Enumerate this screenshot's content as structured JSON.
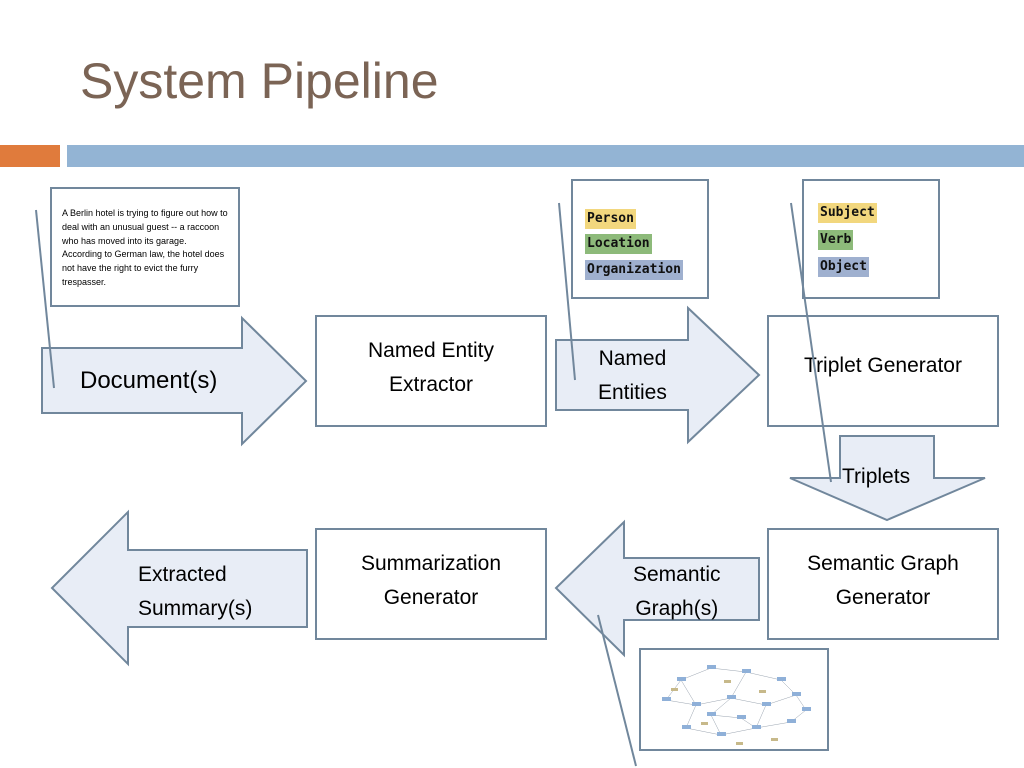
{
  "slide": {
    "title": "System Pipeline"
  },
  "document_excerpt": "A Berlin hotel is trying to figure out how to deal with an unusual guest -- a raccoon who has moved into its garage. According to German law, the hotel does not have the right to evict the furry trespasser.",
  "entity_legend": {
    "person": "Person",
    "location": "Location",
    "organization": "Organization"
  },
  "triplet_legend": {
    "subject": "Subject",
    "verb": "Verb",
    "object": "Object"
  },
  "arrows": {
    "documents": "Document(s)",
    "named_entities_1": "Named",
    "named_entities_2": "Entities",
    "triplets": "Triplets",
    "semantic_graph_1": "Semantic",
    "semantic_graph_2": "Graph(s)",
    "summary_1": "Extracted",
    "summary_2": "Summary(s)"
  },
  "stages": {
    "ner_1": "Named Entity",
    "ner_2": "Extractor",
    "triplet_generator": "Triplet Generator",
    "semantic_1": "Semantic Graph",
    "semantic_2": "Generator",
    "summarization_1": "Summarization",
    "summarization_2": "Generator"
  },
  "colors": {
    "title": "#7b6455",
    "accent_orange": "#e07b3c",
    "accent_blue": "#93b4d4",
    "arrow_fill": "#e8edf6",
    "stroke": "#71879c",
    "person": "#f2d77e",
    "location": "#8dba7a",
    "organization": "#9fb0cf"
  }
}
